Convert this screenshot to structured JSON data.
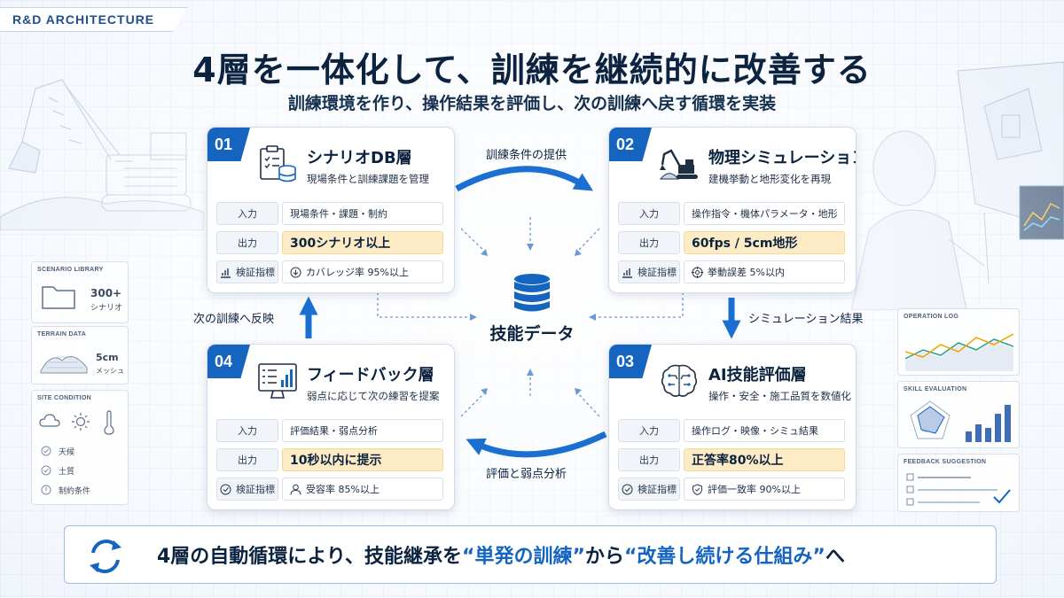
{
  "header": {
    "tag": "R&D ARCHITECTURE",
    "title": "4層を一体化して、訓練を継続的に改善する",
    "subtitle": "訓練環境を作り、操作結果を評価し、次の訓練へ戻す循環を実装"
  },
  "colors": {
    "accent": "#1565c0",
    "highlight": "#fcebc4",
    "text": "#0c2340"
  },
  "center": {
    "label": "技能データ",
    "icon": "database-icon"
  },
  "flows": {
    "top": "訓練条件の提供",
    "right": "シミュレーション結果",
    "bottom": "評価と弱点分析",
    "left": "次の訓練へ反映"
  },
  "layers": [
    {
      "num": "01",
      "title": "シナリオDB層",
      "desc": "現場条件と訓練課題を管理",
      "icon": "clipboard-database-icon",
      "input_label": "入力",
      "input": "現場条件・課題・制約",
      "output_label": "出力",
      "output": "300シナリオ以上",
      "metric_label": "検証指標",
      "metric": "カバレッジ率 95%以上",
      "metric_icon": "download-circle-icon"
    },
    {
      "num": "02",
      "title": "物理シミュレーション層",
      "desc": "建機挙動と地形変化を再現",
      "icon": "excavator-icon",
      "input_label": "入力",
      "input": "操作指令・機体パラメータ・地形",
      "output_label": "出力",
      "output": "60fps / 5cm地形",
      "metric_label": "検証指標",
      "metric": "挙動誤差 5%以内",
      "metric_icon": "target-icon"
    },
    {
      "num": "03",
      "title": "AI技能評価層",
      "desc": "操作・安全・施工品質を数値化",
      "icon": "brain-circuit-icon",
      "input_label": "入力",
      "input": "操作ログ・映像・シミュ結果",
      "output_label": "出力",
      "output": "正答率80%以上",
      "metric_label": "検証指標",
      "metric": "評価一致率 90%以上",
      "metric_icon": "shield-check-icon"
    },
    {
      "num": "04",
      "title": "フィードバック層",
      "desc": "弱点に応じて次の練習を提案",
      "icon": "monitor-chart-icon",
      "input_label": "入力",
      "input": "評価結果・弱点分析",
      "output_label": "出力",
      "output": "10秒以内に提示",
      "metric_label": "検証指標",
      "metric": "受容率 85%以上",
      "metric_icon": "user-icon"
    }
  ],
  "side_left": {
    "scenario": {
      "title": "SCENARIO LIBRARY",
      "count": "300+",
      "unit": "シナリオ"
    },
    "terrain": {
      "title": "TERRAIN DATA",
      "value": "5cm",
      "unit": "メッシュ"
    },
    "site": {
      "title": "SITE CONDITION",
      "items": [
        "天候",
        "土質",
        "制約条件"
      ]
    }
  },
  "side_right": {
    "op_log": "OPERATION LOG",
    "skill_eval": "SKILL EVALUATION",
    "feedback": "FEEDBACK SUGGESTION"
  },
  "banner": {
    "part1": "4層の自動循環により、技能継承を",
    "em1": "“単発の訓練”",
    "part2": "から",
    "em2": "“改善し続ける仕組み”",
    "part3": "へ"
  }
}
